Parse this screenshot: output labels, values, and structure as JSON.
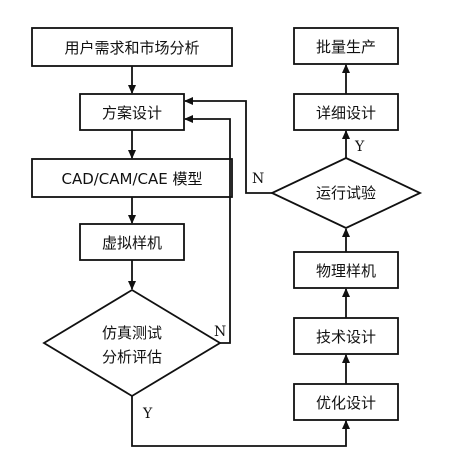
{
  "nodes": {
    "user_demand": "用户需求和市场分析",
    "scheme_design": "方案设计",
    "cad_model": "CAD/CAM/CAE 模型",
    "virtual_prototype": "虚拟样机",
    "sim_test_line1": "仿真测试",
    "sim_test_line2": "分析评估",
    "optimize_design": "优化设计",
    "tech_design": "技术设计",
    "physical_prototype": "物理样机",
    "run_test": "运行试验",
    "detail_design": "详细设计",
    "mass_production": "批量生产"
  },
  "edge_labels": {
    "sim_no": "N",
    "sim_yes": "Y",
    "run_no": "N",
    "run_yes": "Y"
  },
  "colors": {
    "stroke": "#111111",
    "background": "#ffffff"
  }
}
